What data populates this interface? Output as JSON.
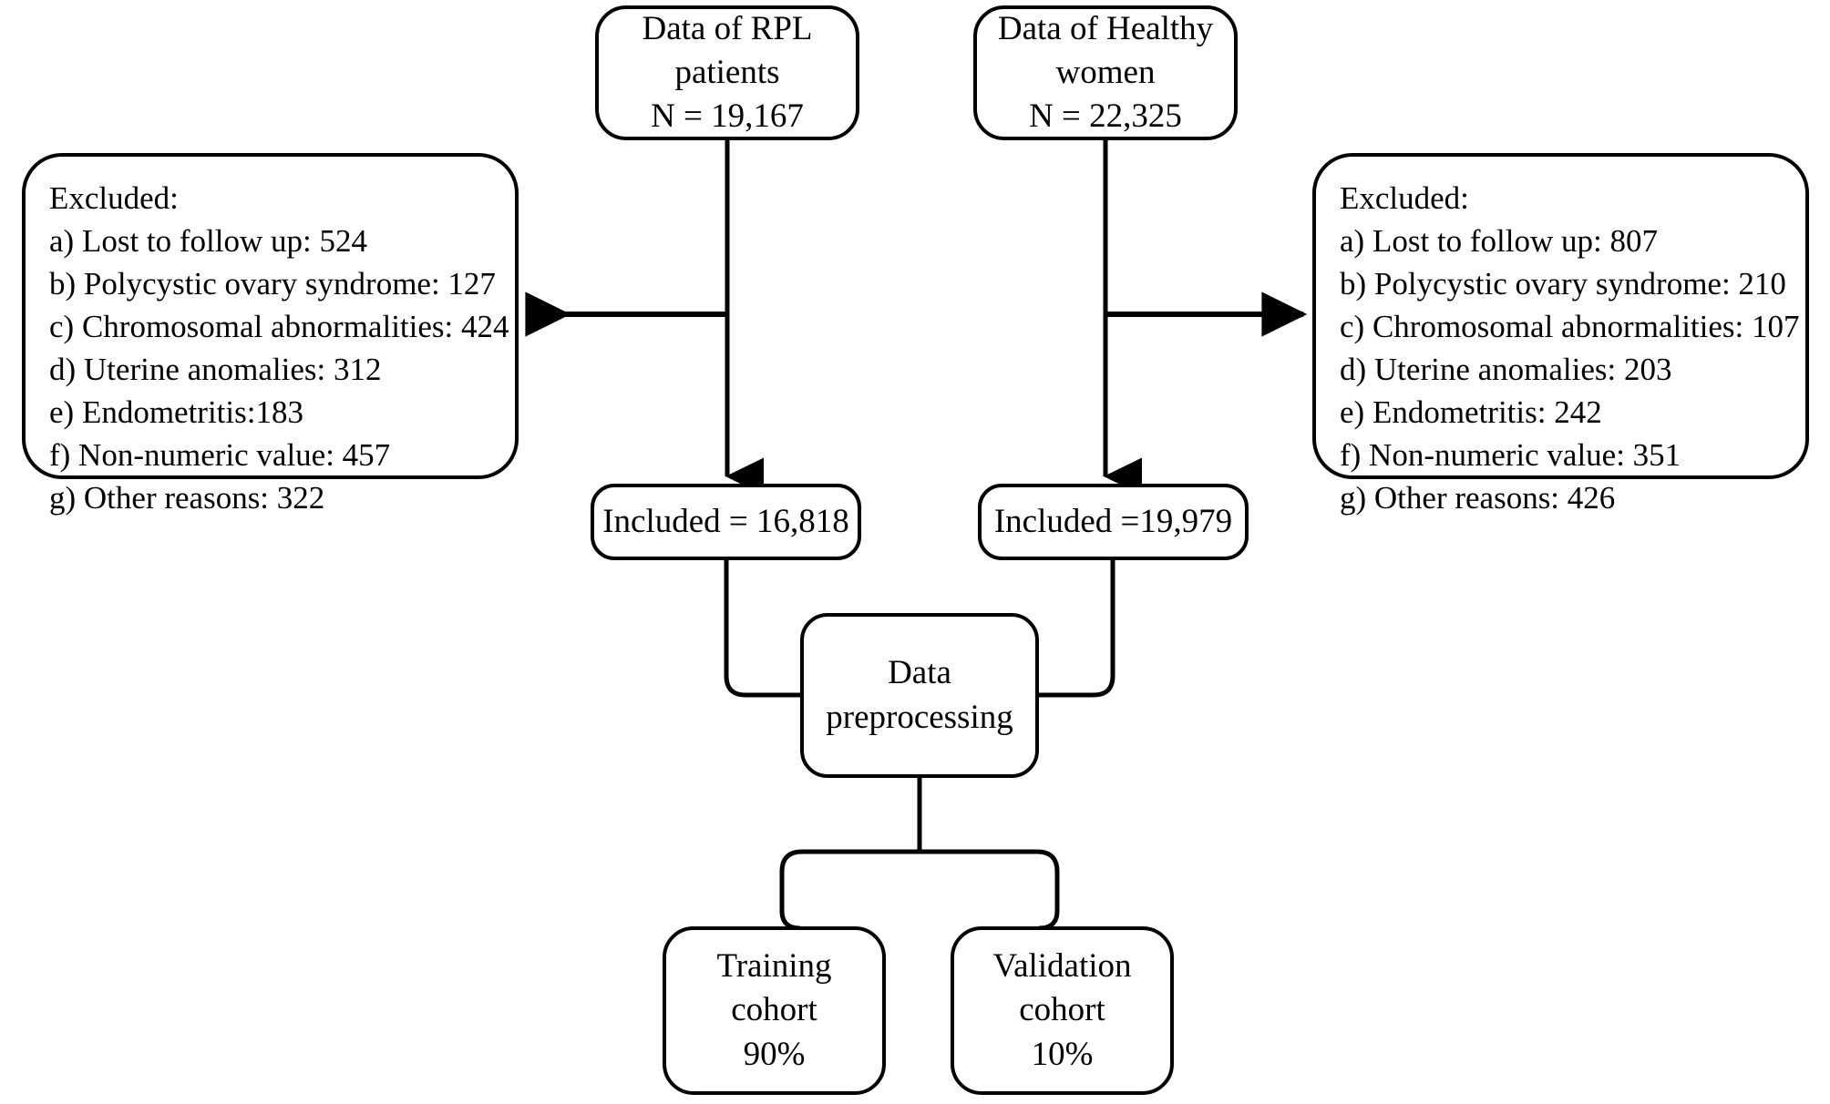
{
  "diagram": {
    "title": "Study population flow diagram",
    "stroke_color": "#000000",
    "background_color": "#ffffff"
  },
  "nodes": {
    "rpl_source": {
      "name": "Data of RPL patients",
      "lines": [
        "Data of RPL",
        "patients",
        "N = 19,167"
      ]
    },
    "healthy_source": {
      "name": "Data of Healthy women",
      "lines": [
        "Data of Healthy",
        "women",
        "N = 22,325"
      ]
    },
    "excluded_left": {
      "heading": "Excluded:",
      "lines": [
        "Excluded:",
        "a) Lost to follow up: 524",
        "b) Polycystic ovary syndrome: 127",
        "c) Chromosomal abnormalities: 424",
        "d) Uterine anomalies: 312",
        "e) Endometritis:183",
        "f) Non-numeric value: 457",
        "g) Other reasons: 322"
      ],
      "items": [
        {
          "key": "a",
          "label": "Lost to follow up",
          "value": 524
        },
        {
          "key": "b",
          "label": "Polycystic ovary syndrome",
          "value": 127
        },
        {
          "key": "c",
          "label": "Chromosomal abnormalities",
          "value": 424
        },
        {
          "key": "d",
          "label": "Uterine anomalies",
          "value": 312
        },
        {
          "key": "e",
          "label": "Endometritis",
          "value": 183
        },
        {
          "key": "f",
          "label": "Non-numeric value",
          "value": 457
        },
        {
          "key": "g",
          "label": "Other reasons",
          "value": 322
        }
      ]
    },
    "excluded_right": {
      "heading": "Excluded:",
      "lines": [
        "Excluded:",
        "a) Lost to follow up: 807",
        "b) Polycystic ovary syndrome: 210",
        "c) Chromosomal abnormalities: 107",
        "d) Uterine anomalies: 203",
        "e) Endometritis: 242",
        "f) Non-numeric value: 351",
        "g) Other reasons: 426"
      ],
      "items": [
        {
          "key": "a",
          "label": "Lost to follow up",
          "value": 807
        },
        {
          "key": "b",
          "label": "Polycystic ovary syndrome",
          "value": 210
        },
        {
          "key": "c",
          "label": "Chromosomal abnormalities",
          "value": 107
        },
        {
          "key": "d",
          "label": "Uterine anomalies",
          "value": 203
        },
        {
          "key": "e",
          "label": "Endometritis",
          "value": 242
        },
        {
          "key": "f",
          "label": "Non-numeric value",
          "value": 351
        },
        {
          "key": "g",
          "label": "Other reasons",
          "value": 426
        }
      ]
    },
    "included_rpl": {
      "name": "Included RPL",
      "lines": [
        "Included = 16,818"
      ],
      "value": 16818
    },
    "included_healthy": {
      "name": "Included Healthy",
      "lines": [
        "Included =19,979"
      ],
      "value": 19979
    },
    "preprocessing": {
      "name": "Data preprocessing",
      "lines": [
        "Data",
        "preprocessing"
      ]
    },
    "training": {
      "name": "Training cohort",
      "lines": [
        "Training",
        "cohort",
        "90%"
      ],
      "percent": "90%"
    },
    "validation": {
      "name": "Validation cohort",
      "lines": [
        "Validation",
        "cohort",
        "10%"
      ],
      "percent": "10%"
    }
  },
  "edges": [
    {
      "from": "rpl_source",
      "to": "included_rpl",
      "style": "arrow-down"
    },
    {
      "from": "rpl_source",
      "to": "excluded_left",
      "style": "arrow-left"
    },
    {
      "from": "healthy_source",
      "to": "included_healthy",
      "style": "arrow-down"
    },
    {
      "from": "healthy_source",
      "to": "excluded_right",
      "style": "arrow-right"
    },
    {
      "from": "included_rpl",
      "to": "preprocessing",
      "style": "elbow"
    },
    {
      "from": "included_healthy",
      "to": "preprocessing",
      "style": "elbow"
    },
    {
      "from": "preprocessing",
      "to": "training",
      "style": "split"
    },
    {
      "from": "preprocessing",
      "to": "validation",
      "style": "split"
    }
  ]
}
